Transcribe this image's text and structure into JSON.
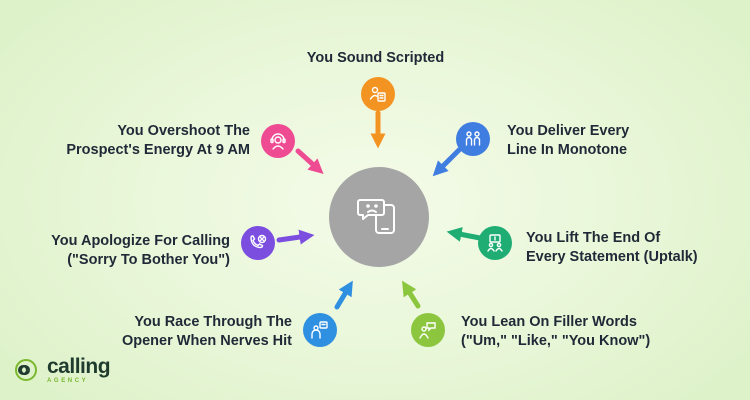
{
  "items": [
    {
      "line1": "You Sound Scripted",
      "line2": "",
      "color": "#f39422",
      "icon": "script-icon"
    },
    {
      "line1": "You Deliver Every",
      "line2": "Line In Monotone",
      "color": "#3f7de0",
      "icon": "people-icon"
    },
    {
      "line1": "You Lift The End Of",
      "line2": "Every Statement (Uptalk)",
      "color": "#1fad74",
      "icon": "presenter-icon"
    },
    {
      "line1": "You Lean On Filler Words",
      "line2": "(\"Um,\" \"Like,\" \"You Know\")",
      "color": "#8cc63f",
      "icon": "speaking-icon"
    },
    {
      "line1": "You Race Through The",
      "line2": "Opener When Nerves Hit",
      "color": "#2f8fe0",
      "icon": "speaker-icon"
    },
    {
      "line1": "You Apologize For Calling",
      "line2": "(\"Sorry To Bother You\")",
      "color": "#7b4ee0",
      "icon": "phone-cancel-icon"
    },
    {
      "line1": "You Overshoot The",
      "line2": "Prospect's Energy At 9 AM",
      "color": "#ee4b93",
      "icon": "call-agent-icon"
    }
  ],
  "hub": {
    "color": "#a5a5a5",
    "icon": "sad-chat-phone-icon"
  },
  "logo": {
    "main": "calling",
    "sub": "AGENCY",
    "colors": [
      "#1f3b2e",
      "#7ab82e"
    ]
  }
}
